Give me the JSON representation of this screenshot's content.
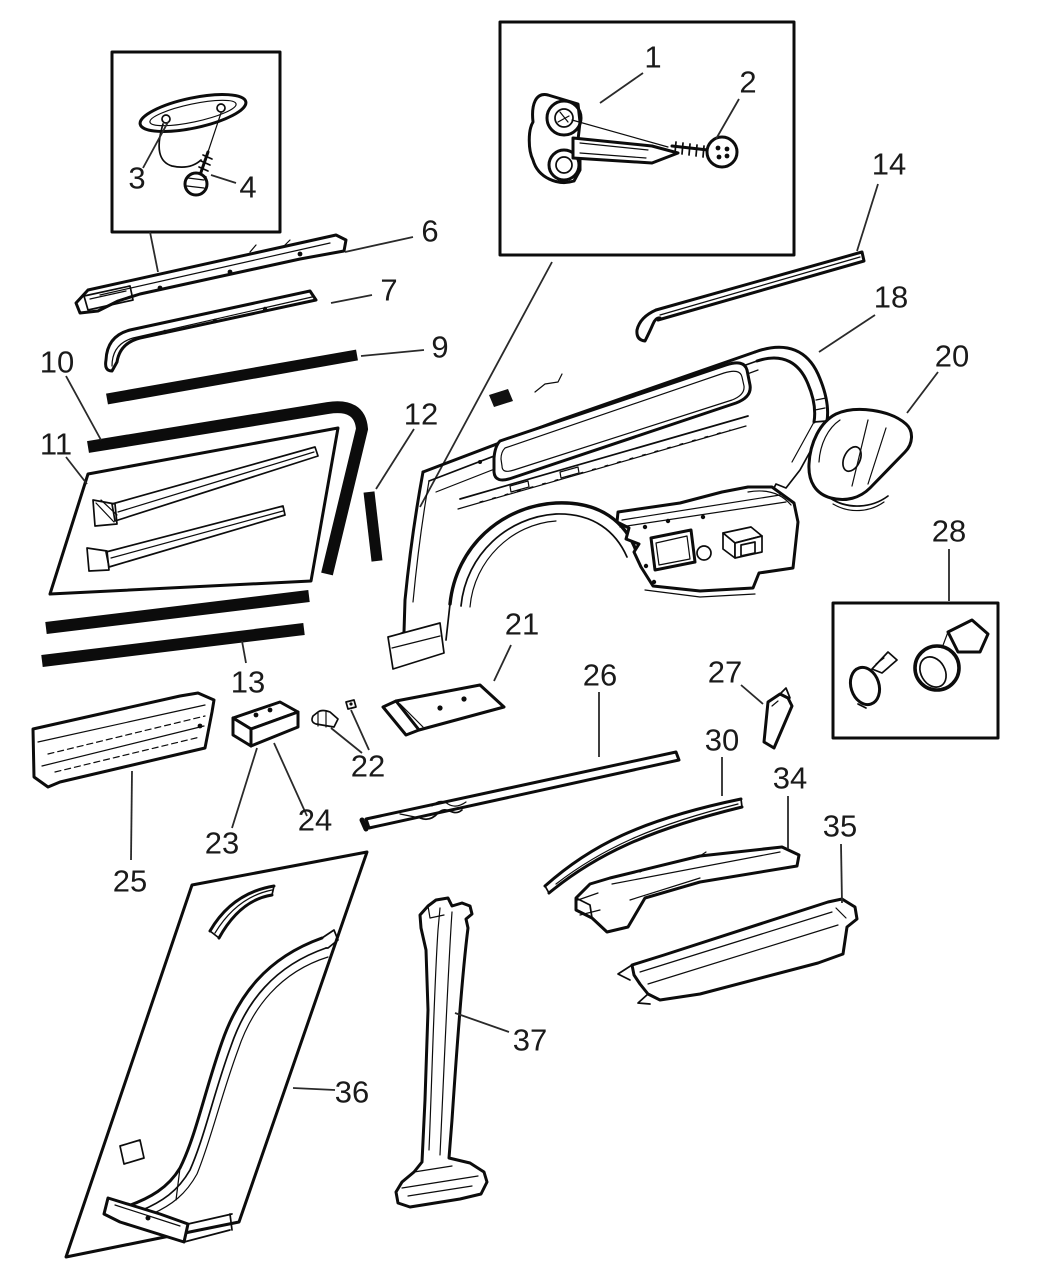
{
  "colors": {
    "background": "#ffffff",
    "line_art": "#0c0c0c",
    "callout_text": "#1a1a1a"
  },
  "callouts": {
    "n1": "1",
    "n2": "2",
    "n3": "3",
    "n4": "4",
    "n6": "6",
    "n7": "7",
    "n9": "9",
    "n10": "10",
    "n11": "11",
    "n12": "12",
    "n13": "13",
    "n14": "14",
    "n18": "18",
    "n20": "20",
    "n21": "21",
    "n22": "22",
    "n23": "23",
    "n24": "24",
    "n25": "25",
    "n26": "26",
    "n27": "27",
    "n28": "28",
    "n30": "30",
    "n34": "34",
    "n35": "35",
    "n36": "36",
    "n37": "37"
  }
}
